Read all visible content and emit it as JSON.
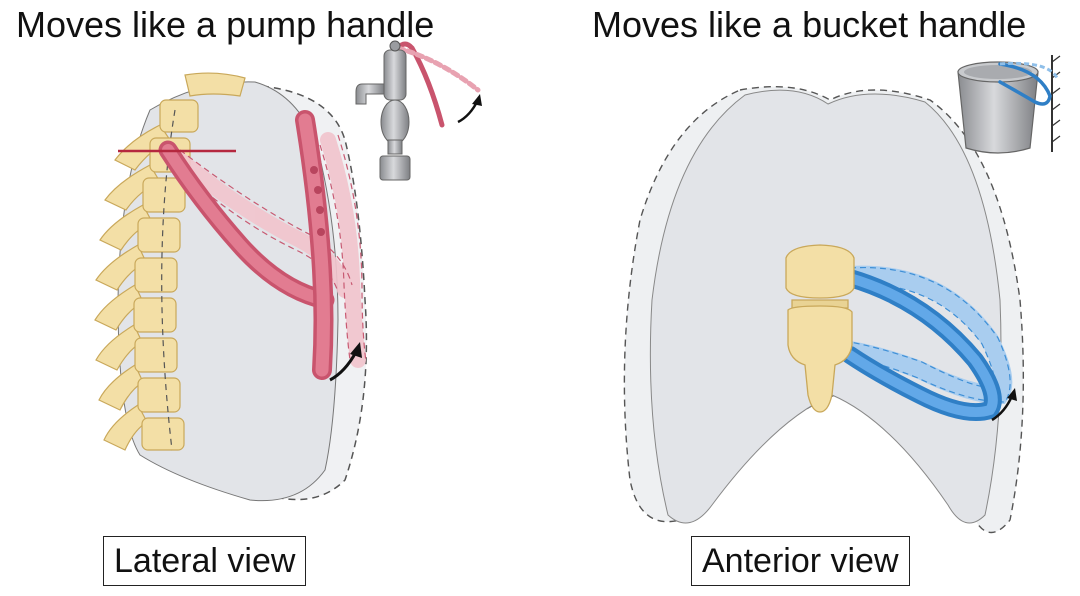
{
  "left_panel": {
    "title": "Moves like a pump handle",
    "caption": "Lateral view"
  },
  "right_panel": {
    "title": "Moves like a bucket handle",
    "caption": "Anterior view"
  },
  "colors": {
    "rib_red": "#d66077",
    "rib_red_ghost": "#f2c4cd",
    "rib_blue": "#3e8fd6",
    "rib_blue_ghost": "#a9cdef",
    "bone": "#f3dfa6",
    "thorax_fill": "#e4e6ea",
    "outline": "#444444"
  },
  "icons": [
    "water-pump-icon",
    "bucket-icon",
    "motion-arrow-icon"
  ]
}
